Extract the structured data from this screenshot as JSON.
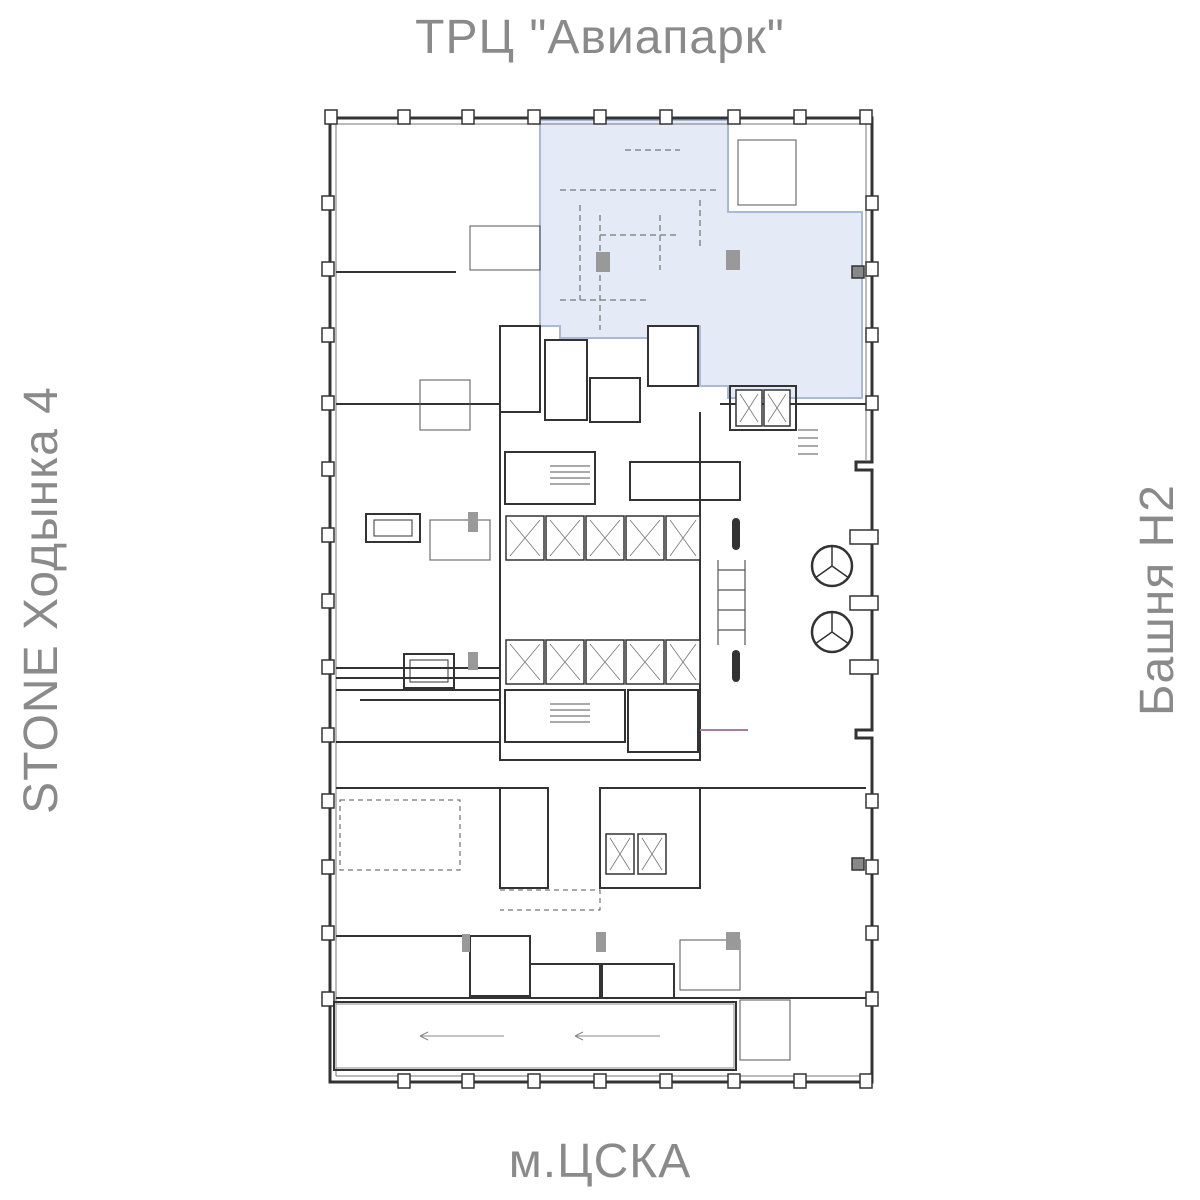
{
  "labels": {
    "north": "ТРЦ \"Авиапарк\"",
    "south": "м.ЦСКА",
    "west": "STONE Ходынка 4",
    "east": "Башня Н2"
  },
  "colors": {
    "highlight_fill": "#e4eaf6",
    "highlight_stroke": "#a9b9d6",
    "wall": "#333333",
    "thin_line": "#666666",
    "dashed_line": "#8a8a8a",
    "label_text": "#8a8a8a",
    "accent_door": "#b07a9a"
  },
  "highlighted_unit": {
    "status": "selected"
  }
}
